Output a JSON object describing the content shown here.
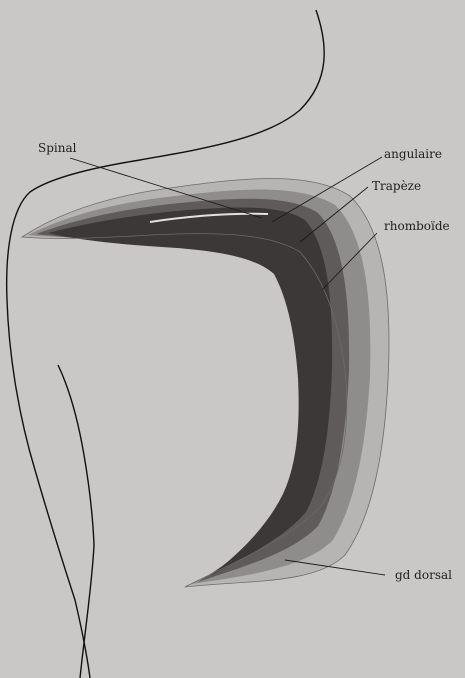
{
  "labels": {
    "spinal": "Spinal",
    "angulaire": "angulaire",
    "trapeze": "Trapèze",
    "rhomboide": "rhomboïde",
    "gd_dorsal": "gd dorsal"
  },
  "colors": {
    "background": "#c9c8c6",
    "outer_layer": "#b6b5b3",
    "middle_layer": "#8f8d8b",
    "inner_layer": "#5e5b5a",
    "core": "#3b3837",
    "outline": "#111111"
  }
}
